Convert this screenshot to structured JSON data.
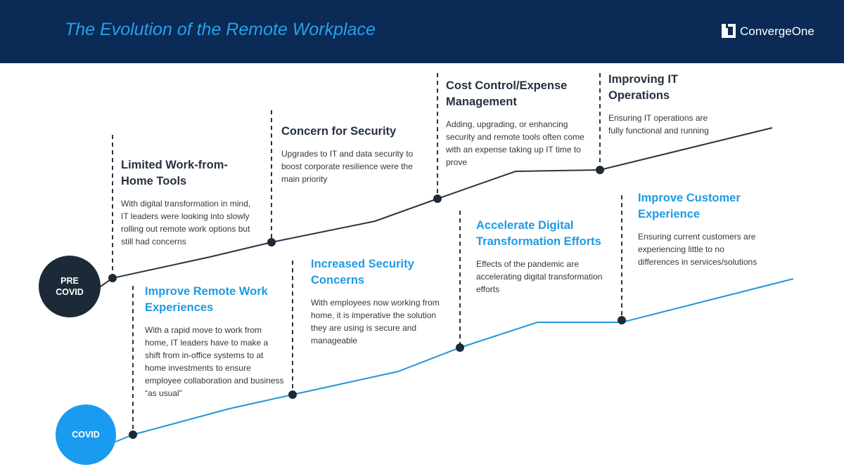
{
  "header": {
    "title": "The Evolution of the Remote Workplace",
    "logo_text": "ConvergeOne"
  },
  "colors": {
    "header_bg": "#0b2a55",
    "title": "#27a0ea",
    "pre_covid": "#1c2a38",
    "covid": "#1a9bef"
  },
  "timelines": {
    "pre_covid": {
      "label_line1": "PRE",
      "label_line2": "COVID"
    },
    "covid": {
      "label": "COVID"
    }
  },
  "pre_covid_cards": [
    {
      "heading": "Limited Work-from-Home Tools",
      "body": "With digital transformation in mind, IT leaders were looking into slowly rolling out remote work options but still had concerns"
    },
    {
      "heading": "Concern for Security",
      "body": "Upgrades to IT and data security to boost corporate resilience were the main priority"
    },
    {
      "heading": "Cost Control/Expense Management",
      "body": "Adding, upgrading, or enhancing security and remote tools often come with an expense taking up IT time to prove"
    },
    {
      "heading": "Improving IT Operations",
      "body": "Ensuring IT operations are fully functional and running"
    }
  ],
  "covid_cards": [
    {
      "heading": "Improve Remote Work Experiences",
      "body": "With a rapid move to work from home, IT leaders have to make a shift from in-office systems to at home investments to ensure employee collaboration and business “as usual”"
    },
    {
      "heading": "Increased Security Concerns",
      "body": "With employees now working from home, it is imperative the solution they are using is secure and manageable"
    },
    {
      "heading": "Accelerate Digital Transformation Efforts",
      "body": "Effects of the pandemic are accelerating digital transformation efforts"
    },
    {
      "heading": "Improve Customer Experience",
      "body": "Ensuring current customers are experiencing little to no differences in services/solutions"
    }
  ]
}
